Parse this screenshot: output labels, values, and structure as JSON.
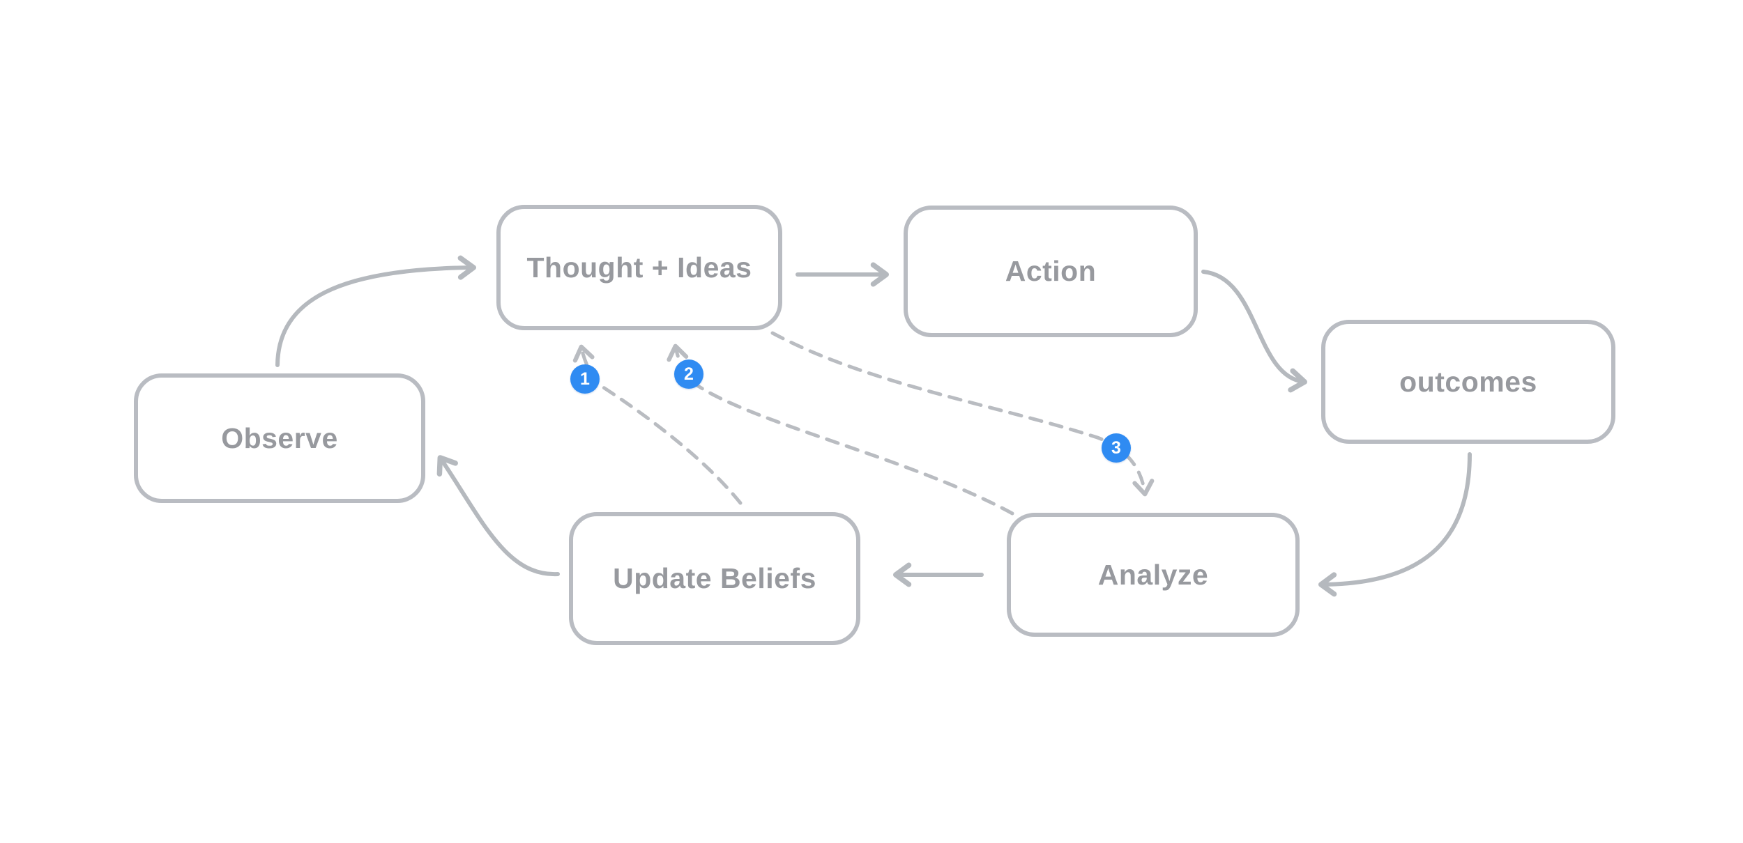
{
  "diagram": {
    "background_color": "#ffffff",
    "colors": {
      "box_border": "#b9bcc2",
      "box_text": "#97999e",
      "solid_arrow": "#b5b9be",
      "dashed_arrow": "#b9bcc1",
      "badge_background": "#2f8bf2",
      "badge_text": "#ffffff"
    },
    "nodes": [
      {
        "id": "thought-ideas",
        "label": "Thought + Ideas"
      },
      {
        "id": "action",
        "label": "Action"
      },
      {
        "id": "outcomes",
        "label": "outcomes"
      },
      {
        "id": "observe",
        "label": "Observe"
      },
      {
        "id": "update-beliefs",
        "label": "Update Beliefs"
      },
      {
        "id": "analyze",
        "label": "Analyze"
      }
    ],
    "edges": [
      {
        "from": "observe",
        "to": "thought-ideas",
        "style": "solid"
      },
      {
        "from": "thought-ideas",
        "to": "action",
        "style": "solid"
      },
      {
        "from": "action",
        "to": "outcomes",
        "style": "solid"
      },
      {
        "from": "outcomes",
        "to": "analyze",
        "style": "solid"
      },
      {
        "from": "analyze",
        "to": "update-beliefs",
        "style": "solid"
      },
      {
        "from": "update-beliefs",
        "to": "observe",
        "style": "solid"
      },
      {
        "from": "update-beliefs",
        "to": "thought-ideas",
        "style": "dashed",
        "badge": "1"
      },
      {
        "from": "analyze",
        "to": "thought-ideas",
        "style": "dashed",
        "badge": "2"
      },
      {
        "from": "thought-ideas",
        "to": "analyze",
        "style": "dashed",
        "badge": "3"
      }
    ]
  }
}
